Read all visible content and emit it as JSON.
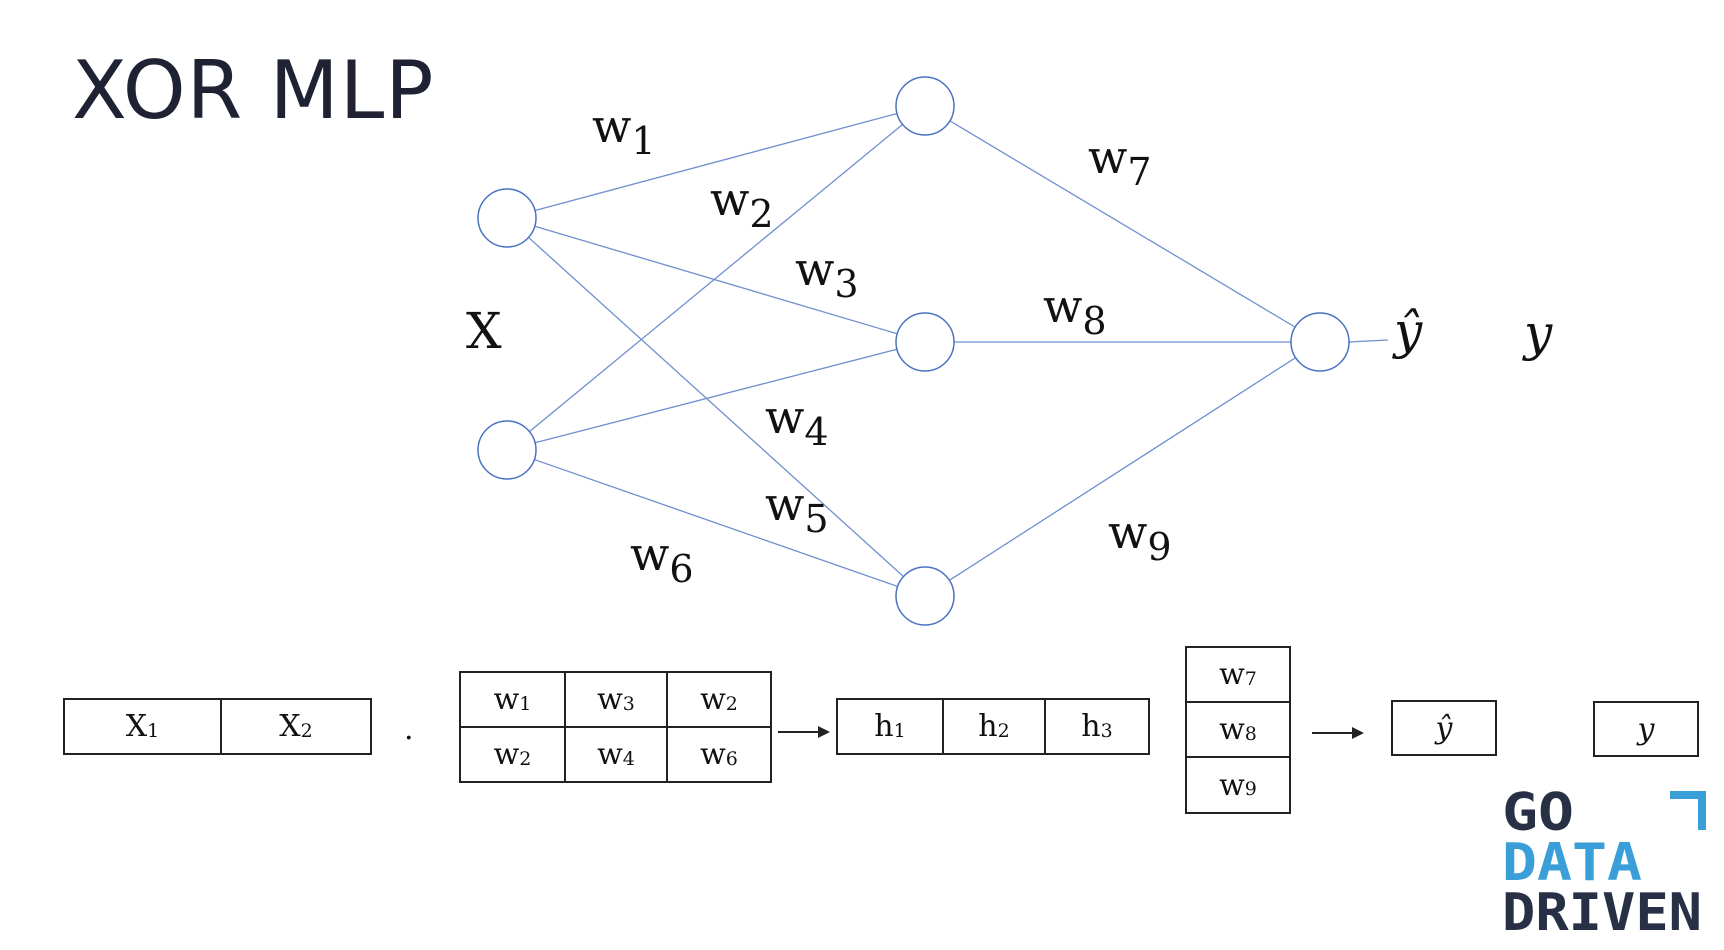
{
  "title": "XOR MLP",
  "network": {
    "input_label": "X",
    "output_hat_label": "ŷ",
    "target_label": "y",
    "weights": [
      {
        "base": "w",
        "sub": "1"
      },
      {
        "base": "w",
        "sub": "2"
      },
      {
        "base": "w",
        "sub": "3"
      },
      {
        "base": "w",
        "sub": "4"
      },
      {
        "base": "w",
        "sub": "5"
      },
      {
        "base": "w",
        "sub": "6"
      },
      {
        "base": "w",
        "sub": "7"
      },
      {
        "base": "w",
        "sub": "8"
      },
      {
        "base": "w",
        "sub": "9"
      }
    ]
  },
  "matrices": {
    "input_row": [
      {
        "base": "X",
        "sub": "1"
      },
      {
        "base": "X",
        "sub": "2"
      }
    ],
    "dot": ".",
    "weight_matrix": [
      [
        {
          "base": "w",
          "sub": "1"
        },
        {
          "base": "w",
          "sub": "3"
        },
        {
          "base": "w",
          "sub": "2"
        }
      ],
      [
        {
          "base": "w",
          "sub": "2"
        },
        {
          "base": "w",
          "sub": "4"
        },
        {
          "base": "w",
          "sub": "6"
        }
      ]
    ],
    "hidden_row": [
      {
        "base": "h",
        "sub": "1"
      },
      {
        "base": "h",
        "sub": "2"
      },
      {
        "base": "h",
        "sub": "3"
      }
    ],
    "output_weights": [
      {
        "base": "w",
        "sub": "7"
      },
      {
        "base": "w",
        "sub": "8"
      },
      {
        "base": "w",
        "sub": "9"
      }
    ],
    "prediction": "ŷ",
    "target": "y"
  },
  "logo": {
    "lines": [
      "GO",
      "DATA",
      "DRIVEN"
    ],
    "colors": {
      "dark": "#283046",
      "blue": "#3a9fd8"
    }
  },
  "colors": {
    "edge": "#6f8fcf",
    "node": "#4a72c0",
    "text": "#111111",
    "title": "#1f2233"
  }
}
